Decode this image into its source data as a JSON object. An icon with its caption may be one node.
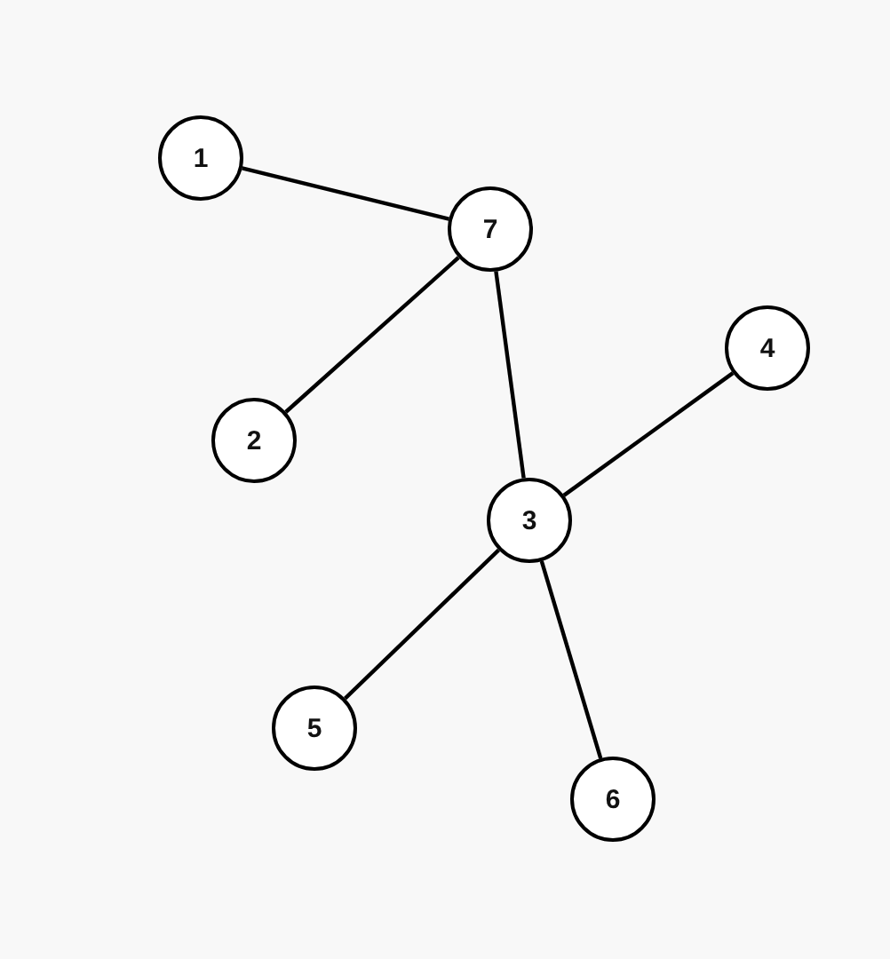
{
  "diagram": {
    "nodes": [
      {
        "text": [
          "1"
        ]
      },
      {
        "text": [
          "7"
        ]
      },
      {
        "text": [
          "4"
        ]
      },
      {
        "text": [
          "2"
        ]
      },
      {
        "text": [
          "3"
        ]
      },
      {
        "text": [
          "5"
        ]
      },
      {
        "text": [
          "6"
        ]
      }
    ],
    "edges": [
      {
        "from": 0,
        "to": 1,
        "arrow": "none"
      },
      {
        "from": 1,
        "to": 3,
        "arrow": "none"
      },
      {
        "from": 1,
        "to": 4,
        "arrow": "none"
      },
      {
        "from": 4,
        "to": 2,
        "arrow": "none"
      },
      {
        "from": 4,
        "to": 5,
        "arrow": "none"
      },
      {
        "from": 4,
        "to": 6,
        "arrow": "none"
      }
    ]
  }
}
